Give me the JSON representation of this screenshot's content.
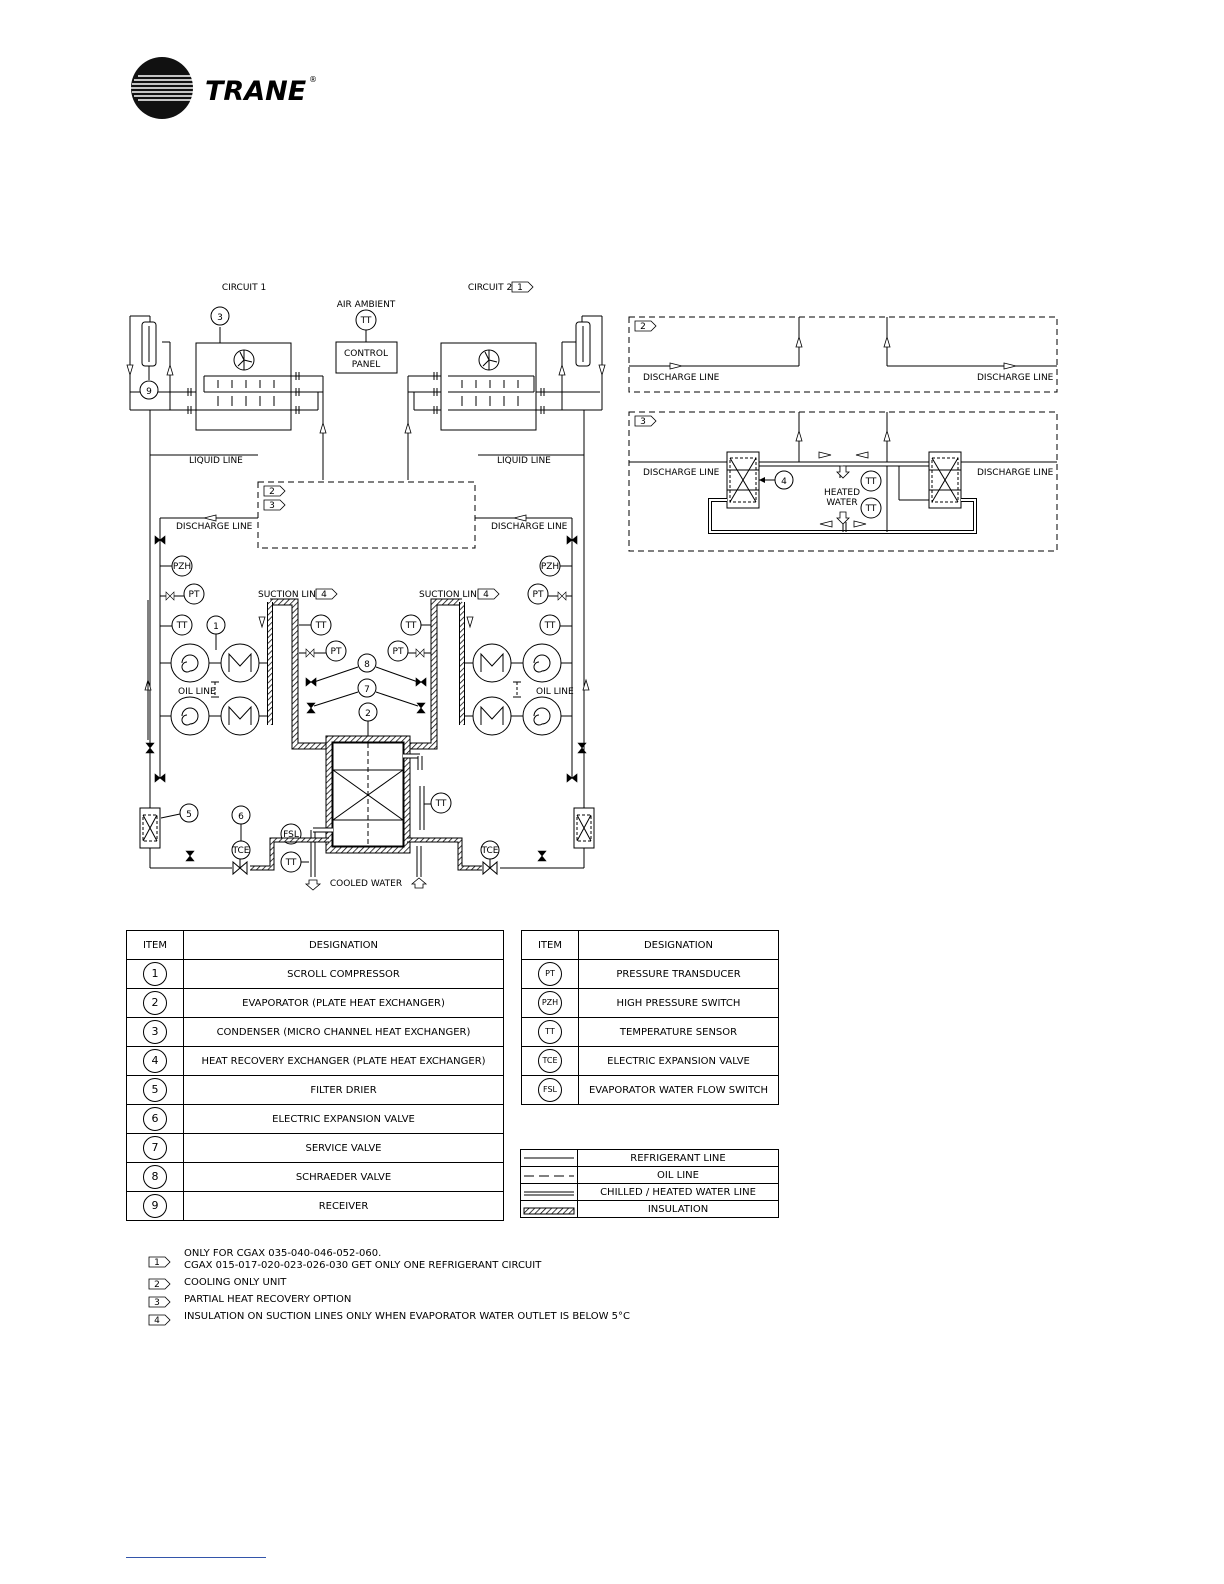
{
  "brand": {
    "name": "TRANE",
    "reg": "®"
  },
  "diagram": {
    "circuit1": "CIRCUIT 1",
    "circuit2": "CIRCUIT 2",
    "circuit2_note": "1",
    "air_ambient": "AIR AMBIENT",
    "control_panel": [
      "CONTROL",
      "PANEL"
    ],
    "liquid_line": "LIQUID LINE",
    "discharge_line": "DISCHARGE LINE",
    "suction_line": "SUCTION LINE",
    "suction_note": "4",
    "oil_line": "OIL LINE",
    "cooled_water": "COOLED WATER",
    "heated_water": [
      "HEATED",
      "WATER"
    ],
    "option_tags": [
      "2",
      "3"
    ],
    "sensors": {
      "tt": "TT",
      "pt": "PT",
      "pzh": "PZH",
      "fsl": "FSL",
      "tce": "TCE"
    },
    "callouts": [
      "1",
      "2",
      "3",
      "4",
      "5",
      "6",
      "7",
      "8",
      "9"
    ]
  },
  "items_table": {
    "headers": [
      "ITEM",
      "DESIGNATION"
    ],
    "rows": [
      {
        "item": "1",
        "designation": "SCROLL COMPRESSOR"
      },
      {
        "item": "2",
        "designation": "EVAPORATOR (PLATE HEAT EXCHANGER)"
      },
      {
        "item": "3",
        "designation": "CONDENSER (MICRO CHANNEL HEAT EXCHANGER)"
      },
      {
        "item": "4",
        "designation": "HEAT RECOVERY EXCHANGER (PLATE HEAT EXCHANGER)"
      },
      {
        "item": "5",
        "designation": "FILTER DRIER"
      },
      {
        "item": "6",
        "designation": "ELECTRIC EXPANSION VALVE"
      },
      {
        "item": "7",
        "designation": "SERVICE VALVE"
      },
      {
        "item": "8",
        "designation": "SCHRAEDER VALVE"
      },
      {
        "item": "9",
        "designation": "RECEIVER"
      }
    ]
  },
  "sensors_table": {
    "headers": [
      "ITEM",
      "DESIGNATION"
    ],
    "rows": [
      {
        "item": "PT",
        "designation": "PRESSURE TRANSDUCER"
      },
      {
        "item": "PZH",
        "designation": "HIGH PRESSURE SWITCH"
      },
      {
        "item": "TT",
        "designation": "TEMPERATURE SENSOR"
      },
      {
        "item": "TCE",
        "designation": "ELECTRIC EXPANSION VALVE"
      },
      {
        "item": "FSL",
        "designation": "EVAPORATOR WATER FLOW SWITCH"
      }
    ]
  },
  "line_legend": [
    {
      "style": "solid",
      "label": "REFRIGERANT LINE"
    },
    {
      "style": "dashed",
      "label": "OIL LINE"
    },
    {
      "style": "double",
      "label": "CHILLED / HEATED WATER LINE"
    },
    {
      "style": "hatched",
      "label": "INSULATION"
    }
  ],
  "notes": [
    {
      "tag": "1",
      "lines": [
        "ONLY FOR CGAX 035-040-046-052-060.",
        "CGAX 015-017-020-023-026-030 GET ONLY ONE REFRIGERANT CIRCUIT"
      ]
    },
    {
      "tag": "2",
      "lines": [
        "COOLING ONLY UNIT"
      ]
    },
    {
      "tag": "3",
      "lines": [
        "PARTIAL HEAT RECOVERY OPTION"
      ]
    },
    {
      "tag": "4",
      "lines": [
        "INSULATION ON SUCTION LINES ONLY WHEN EVAPORATOR WATER OUTLET IS BELOW 5°C"
      ]
    }
  ]
}
